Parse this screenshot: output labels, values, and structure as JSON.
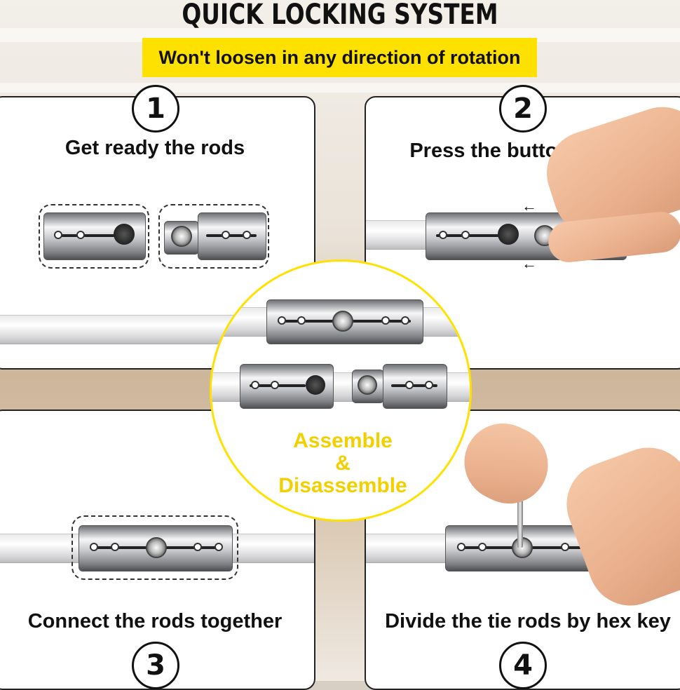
{
  "title": "QUICK LOCKING SYSTEM",
  "banner": "Won't loosen in any direction of rotation",
  "steps": [
    {
      "number": "1",
      "caption": "Get ready the rods"
    },
    {
      "number": "2",
      "caption": "Press the button to lock"
    },
    {
      "number": "3",
      "caption": "Connect the rods together"
    },
    {
      "number": "4",
      "caption": "Divide the tie rods by hex key"
    }
  ],
  "center": {
    "line1": "Assemble",
    "line2": "&",
    "line3": "Disassemble"
  },
  "colors": {
    "accent_yellow": "#ffe100",
    "text": "#111111",
    "card_border": "#222222"
  }
}
